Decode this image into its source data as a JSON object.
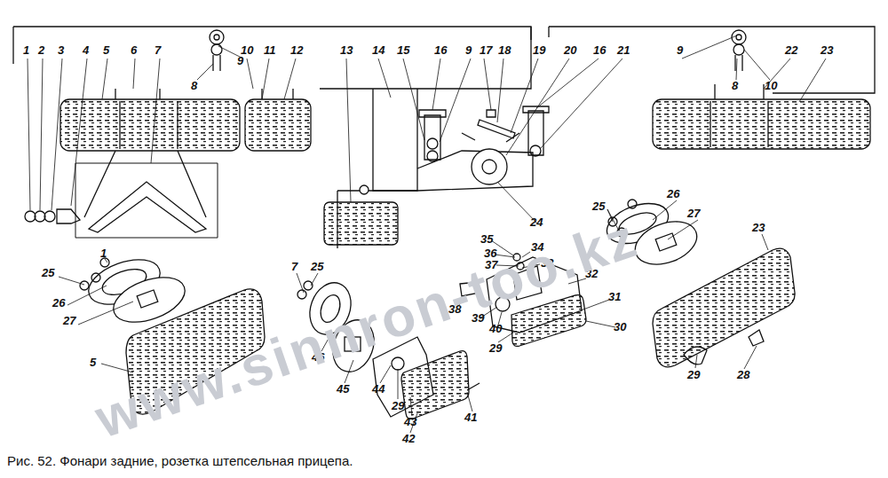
{
  "diagram": {
    "caption": "Рис. 52. Фонари задние, розетка штепсельная прицепа.",
    "labels": [
      "1",
      "2",
      "3",
      "4",
      "5",
      "6",
      "7",
      "8",
      "9",
      "10",
      "11",
      "12",
      "13",
      "14",
      "15",
      "16",
      "9",
      "17",
      "18",
      "19",
      "20",
      "16",
      "21",
      "9",
      "8",
      "10",
      "22",
      "23",
      "1",
      "25",
      "26",
      "27",
      "5",
      "7",
      "25",
      "46",
      "45",
      "44",
      "29",
      "43",
      "42",
      "41",
      "35",
      "36",
      "37",
      "34",
      "33",
      "24",
      "32",
      "31",
      "30",
      "38",
      "39",
      "40",
      "29",
      "25",
      "26",
      "27",
      "23",
      "29",
      "28",
      "www.sinnron-too.kz"
    ]
  }
}
